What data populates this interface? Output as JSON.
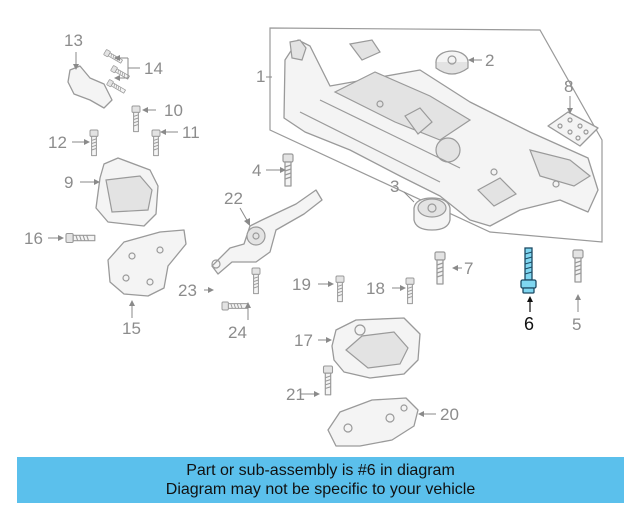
{
  "highlight_color": "#5bc0ec",
  "highlighted_part": "6",
  "callouts": {
    "c1": "1",
    "c2": "2",
    "c3": "3",
    "c4": "4",
    "c5": "5",
    "c6": "6",
    "c7": "7",
    "c8": "8",
    "c9": "9",
    "c10": "10",
    "c11": "11",
    "c12": "12",
    "c13": "13",
    "c14": "14",
    "c15": "15",
    "c16": "16",
    "c17": "17",
    "c18": "18",
    "c19": "19",
    "c20": "20",
    "c21": "21",
    "c22": "22",
    "c23": "23",
    "c24": "24"
  },
  "banner": {
    "line1": "Part or sub-assembly is #6 in diagram",
    "line2": "Diagram may not be specific to your vehicle"
  }
}
